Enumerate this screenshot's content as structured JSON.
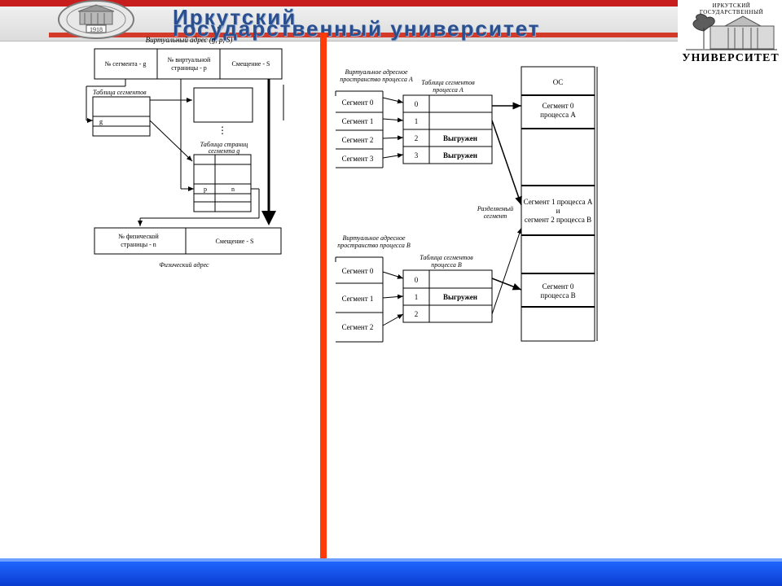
{
  "header": {
    "title_line1": "Иркутский",
    "title_line2": "государственный университет",
    "seal_year": "1918",
    "logo_top_text": "ИРКУТСКИЙ ГОСУДАРСТВЕННЫЙ",
    "logo_bottom_text": "УНИВЕРСИТЕТ"
  },
  "left_diagram": {
    "virtual_address_label": "Виртуальный адрес (g, p, S)",
    "cell_segment_no": "№ сегмента - g",
    "cell_virtual_page_line1": "№ виртуальной",
    "cell_virtual_page_line2": "страницы - p",
    "cell_offset": "Смещение - S",
    "segment_table_label": "Таблица сегментов",
    "segment_row_g": "g",
    "ellipsis": "⋮",
    "page_table_label_line1": "Таблица страниц",
    "page_table_label_line2": "сегмента g",
    "page_row_p": "p",
    "page_row_n": "n",
    "physical_page_line1": "№ физической",
    "physical_page_line2": "страницы - n",
    "physical_offset": "Смещение - S",
    "physical_address_label": "Физический адрес"
  },
  "right_diagram": {
    "process_a": {
      "vas_label_line1": "Виртуальное адресное",
      "vas_label_line2": "пространство процесса A",
      "segments": [
        "Сегмент 0",
        "Сегмент 1",
        "Сегмент 2",
        "Сегмент 3"
      ],
      "table_label_line1": "Таблица сегментов",
      "table_label_line2": "процесса A",
      "table_rows": [
        {
          "index": "0",
          "status": ""
        },
        {
          "index": "1",
          "status": ""
        },
        {
          "index": "2",
          "status": "Выгружен"
        },
        {
          "index": "3",
          "status": "Выгружен"
        }
      ]
    },
    "process_b": {
      "vas_label_line1": "Виртуальное адресное",
      "vas_label_line2": "пространство процесса B",
      "segments": [
        "Сегмент 0",
        "Сегмент 1",
        "Сегмент 2"
      ],
      "table_label_line1": "Таблица сегментов",
      "table_label_line2": "процесса B",
      "table_rows": [
        {
          "index": "0",
          "status": ""
        },
        {
          "index": "1",
          "status": "Выгружен"
        },
        {
          "index": "2",
          "status": ""
        }
      ]
    },
    "shared_label_line1": "Разделяемый",
    "shared_label_line2": "сегмент",
    "memory": {
      "os": "ОС",
      "seg0_a_line1": "Сегмент 0",
      "seg0_a_line2": "процесса A",
      "shared_line1": "Сегмент 1 процесса A",
      "shared_line2": "и",
      "shared_line3": "сегмент 2 процесса B",
      "seg0_b_line1": "Сегмент 0",
      "seg0_b_line2": "процесса B"
    }
  },
  "colors": {
    "divider": "#ff3b0a",
    "footer": "#1f66ff",
    "title": "#2a4f8f"
  }
}
